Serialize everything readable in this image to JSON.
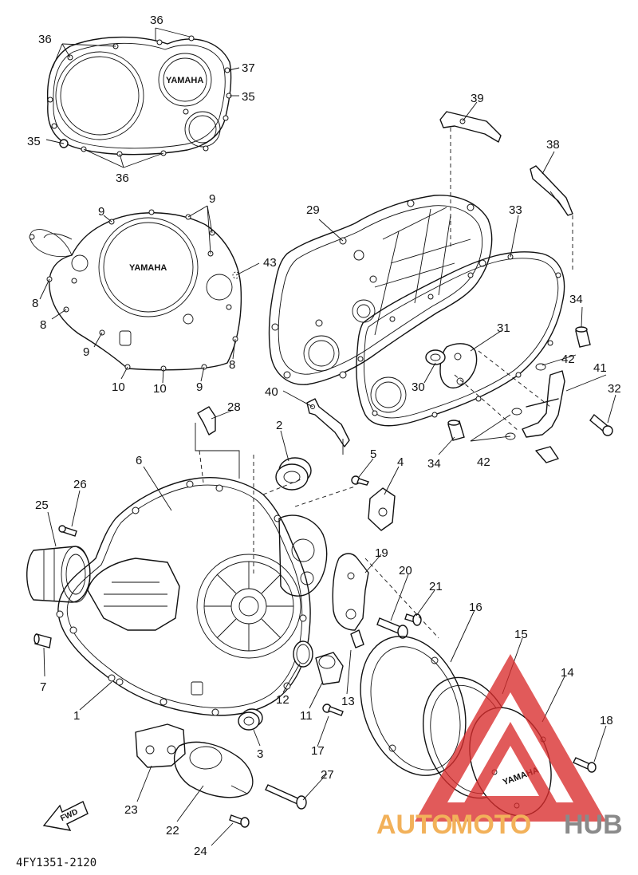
{
  "diagram": {
    "part_code": "4FY1351-2120",
    "fwd_label": "FWD",
    "logo_text": "YAMAHA",
    "callouts": [
      "1",
      "2",
      "3",
      "4",
      "5",
      "6",
      "7",
      "8",
      "9",
      "10",
      "11",
      "12",
      "13",
      "14",
      "15",
      "16",
      "17",
      "18",
      "19",
      "20",
      "21",
      "22",
      "23",
      "24",
      "25",
      "26",
      "27",
      "28",
      "29",
      "30",
      "31",
      "32",
      "33",
      "34",
      "35",
      "36",
      "37",
      "38",
      "39",
      "40",
      "41",
      "42",
      "43"
    ]
  },
  "watermark": {
    "text_a": "AUTO",
    "text_b": "MOTO",
    "text_c": "HUB",
    "color_orange": "#f2b15a",
    "color_red": "#d92c2c",
    "color_gray": "#8a8a8a"
  }
}
